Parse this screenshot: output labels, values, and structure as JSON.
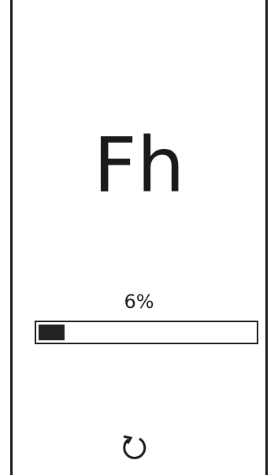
{
  "screen": {
    "main_label": "Fh",
    "progress": {
      "label": "6%",
      "value": 0.12
    },
    "refresh": {
      "icon": "refresh-icon"
    },
    "colors": {
      "foreground": "#1a1a1a",
      "fill": "#222222",
      "background": "#ffffff"
    }
  }
}
